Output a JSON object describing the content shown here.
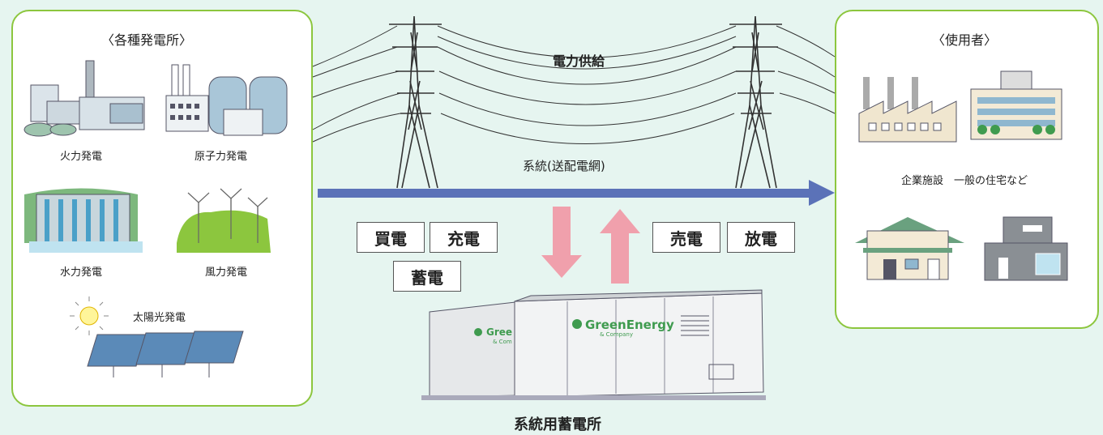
{
  "colors": {
    "background": "#e6f5f0",
    "panel_border": "#8cc63e",
    "flow_arrow": "#5b72b8",
    "charge_arrow": "#f0a0ac"
  },
  "sources": {
    "title": "〈各種発電所〉",
    "thermal": "火力発電",
    "nuclear": "原子力発電",
    "hydro": "水力発電",
    "wind": "風力発電",
    "solar": "太陽光発電"
  },
  "grid": {
    "supply_label": "電力供給",
    "network_label": "系統(送配電網)"
  },
  "users": {
    "title": "〈使用者〉",
    "caption": "企業施設　一般の住宅など"
  },
  "actions": {
    "buy": "買電",
    "charge": "充電",
    "store": "蓄電",
    "sell": "売電",
    "discharge": "放電"
  },
  "storage": {
    "label": "系統用蓄電所",
    "brand": "GreenEnergy",
    "brand_sub": "& Company",
    "brand_short": "Gree",
    "brand_short_sub": "& Com"
  },
  "icons": [
    "thermal-plant-icon",
    "nuclear-plant-icon",
    "hydro-dam-icon",
    "wind-farm-icon",
    "solar-panel-icon",
    "sun-icon",
    "factory-icon",
    "office-building-icon",
    "house-icon",
    "modern-house-icon",
    "transmission-tower-icon",
    "battery-container-icon"
  ]
}
